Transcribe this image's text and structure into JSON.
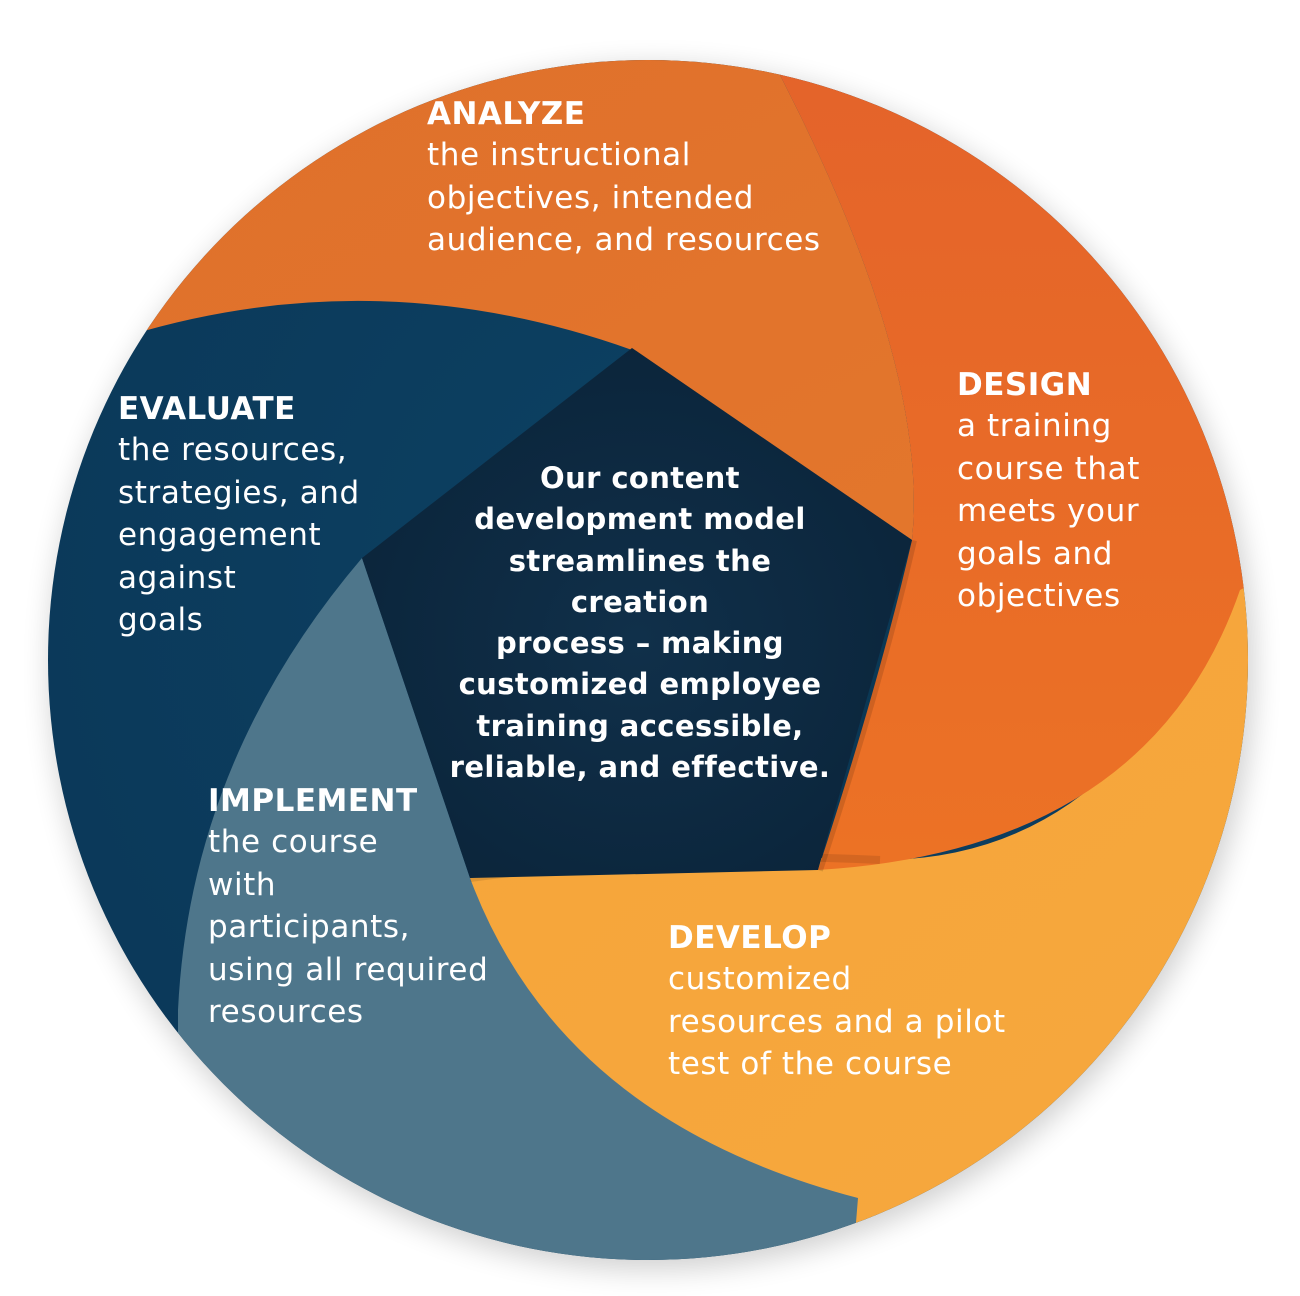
{
  "colors": {
    "analyze": "#e0702a",
    "design": "#e86b26",
    "develop": "#f6a63c",
    "implement": "#4e768b",
    "evaluate": "#0c3c5d",
    "center": "#0e2b44",
    "text": "#ffffff"
  },
  "center": {
    "text": "Our content\ndevelopment model\nstreamlines the\ncreation\nprocess – making\ncustomized employee\ntraining accessible,\nreliable, and effective."
  },
  "steps": {
    "analyze": {
      "title": "ANALYZE",
      "description": "the instructional\nobjectives, intended\naudience, and resources"
    },
    "design": {
      "title": "DESIGN",
      "description": "a training\ncourse that\nmeets your\ngoals and\nobjectives"
    },
    "develop": {
      "title": "DEVELOP",
      "description": "customized\nresources and a pilot\ntest of the course"
    },
    "implement": {
      "title": "IMPLEMENT",
      "description": "the course\nwith\nparticipants,\nusing all required\nresources"
    },
    "evaluate": {
      "title": "EVALUATE",
      "description": "the resources,\nstrategies, and\nengagement\nagainst\ngoals"
    }
  }
}
